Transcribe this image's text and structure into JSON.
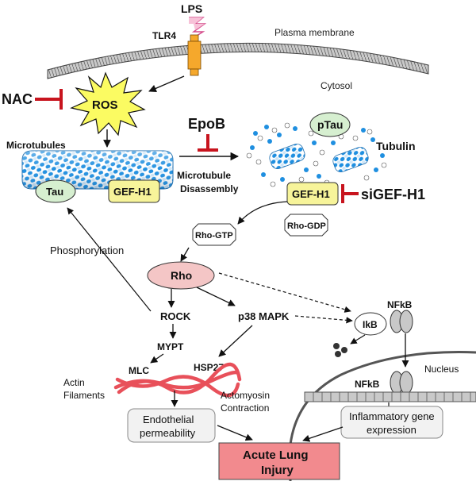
{
  "labels": {
    "lps": "LPS",
    "tlr4": "TLR4",
    "plasma_membrane": "Plasma membrane",
    "cytosol": "Cytosol",
    "nac": "NAC",
    "ros": "ROS",
    "microtubules": "Microtubules",
    "tau": "Tau",
    "gef_h1_left": "GEF-H1",
    "epob": "EpoB",
    "mt_disassembly_1": "Microtubule",
    "mt_disassembly_2": "Disassembly",
    "ptau": "pTau",
    "tubulin": "Tubulin",
    "gef_h1_right": "GEF-H1",
    "sigef_h1": "siGEF-H1",
    "rho_gtp": "Rho-GTP",
    "rho_gdp": "Rho-GDP",
    "phosphorylation": "Phosphorylation",
    "rho": "Rho",
    "rock": "ROCK",
    "p38": "p38 MAPK",
    "ikb": "IkB",
    "nfkb_top": "NFkB",
    "nfkb_nucleus": "NFkB",
    "nucleus": "Nucleus",
    "mypt": "MYPT",
    "mlc": "MLC",
    "hsp27": "HSP27",
    "actin_1": "Actin",
    "actin_2": "Filaments",
    "actomyosin_1": "Actomyosin",
    "actomyosin_2": "Contraction",
    "endothelial_1": "Endothelial",
    "endothelial_2": "permeability",
    "inflammatory_1": "Inflammatory gene",
    "inflammatory_2": "expression",
    "ali_1": "Acute Lung",
    "ali_2": "Injury"
  },
  "colors": {
    "ros_fill": "#fbfb62",
    "inhibitor_red": "#c8141e",
    "green_ellipse": "#d6efd0",
    "yellow_box": "#f7f49a",
    "rho_fill": "#f4c6c6",
    "actin_red": "#e8505a",
    "receptor_orange": "#f5a82c",
    "microtubule_blue": "#1f8fe0",
    "ali_fill": "#f28a8e"
  }
}
